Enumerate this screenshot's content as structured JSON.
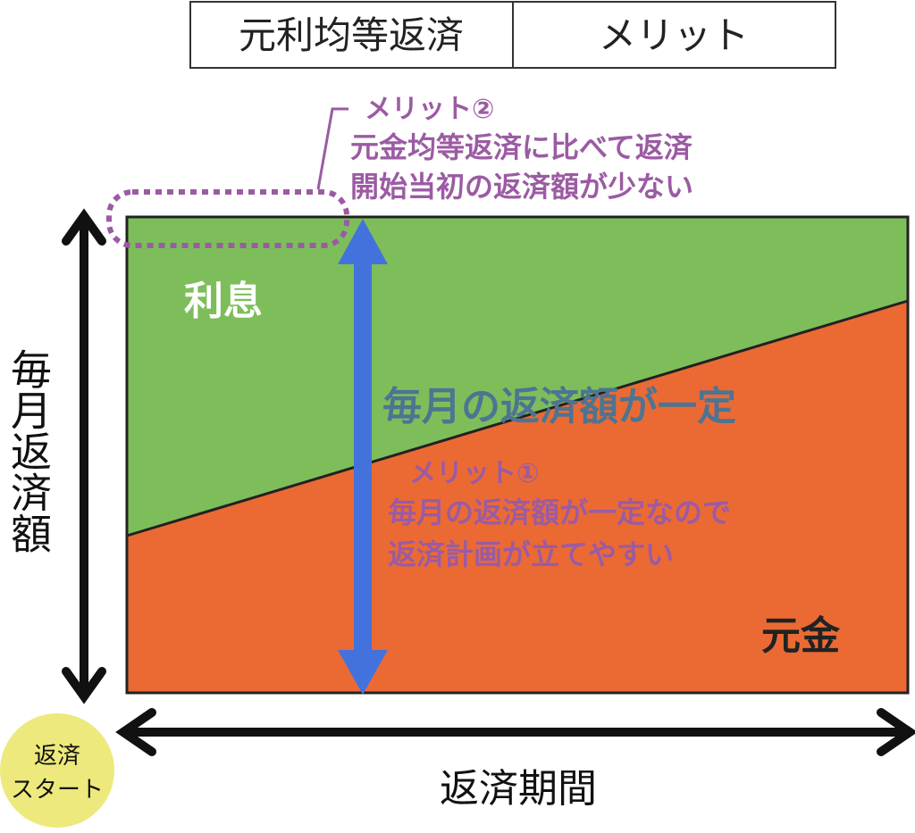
{
  "header": {
    "left": "元利均等返済",
    "right": "メリット"
  },
  "merit2": {
    "title": "メリット②",
    "line1": "元金均等返済に比べて返済",
    "line2": "開始当初の返済額が少ない"
  },
  "merit1": {
    "title": "メリット①",
    "line1": "毎月の返済額が一定なので",
    "line2": "返済計画が立てやすい"
  },
  "labels": {
    "interest": "利息",
    "principal": "元金",
    "constant": "毎月の返済額が一定",
    "y_axis": "毎月返済額",
    "x_axis": "返済期間",
    "start_line1": "返済",
    "start_line2": "スタート"
  },
  "colors": {
    "interest": "#7dbe5a",
    "principal": "#eb6a34",
    "arrow": "#4472dd",
    "merit": "#9b5ba3",
    "constant": "#4d7492",
    "start": "#ede97c"
  }
}
